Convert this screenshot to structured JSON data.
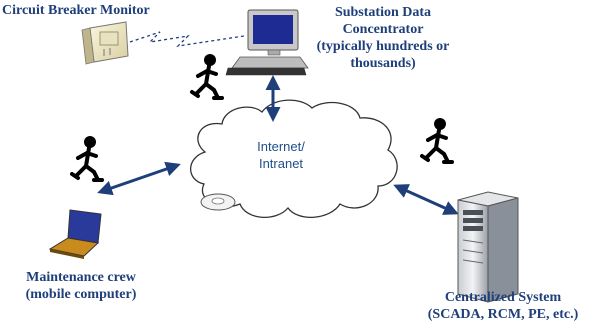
{
  "labels": {
    "breaker_monitor": "Circuit Breaker Monitor",
    "concentrator": [
      "Substation Data",
      "Concentrator",
      "(typically hundreds or",
      "thousands)"
    ],
    "cloud": [
      "Internet/",
      "Intranet"
    ],
    "maintenance": [
      "Maintenance crew",
      "(mobile computer)"
    ],
    "centralized": [
      "Centralized System",
      "(SCADA, RCM, PE, etc.)"
    ]
  },
  "colors": {
    "label_text": "#1f3f7a",
    "arrow": "#1f3f7a",
    "cloud_text": "#1f4f8a",
    "figure": "#000000"
  },
  "icons": [
    "breaker-monitor-icon",
    "desktop-computer-icon",
    "laptop-icon",
    "server-tower-icon",
    "cd-disc-icon",
    "running-person-icon"
  ]
}
